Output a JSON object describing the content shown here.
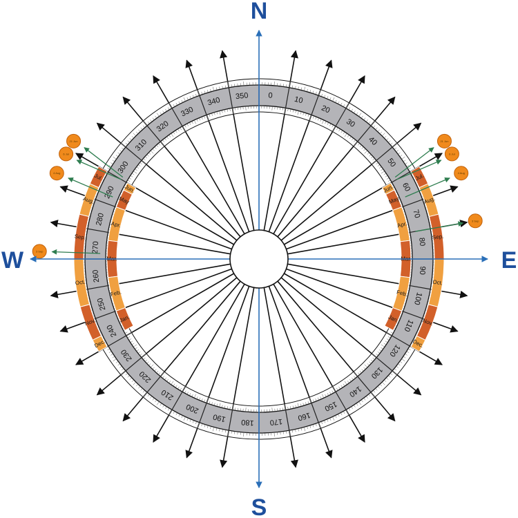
{
  "cardinals": {
    "north": "N",
    "east": "E",
    "south": "S",
    "west": "W"
  },
  "degrees": [
    "0",
    "10",
    "20",
    "30",
    "40",
    "50",
    "60",
    "70",
    "80",
    "90",
    "100",
    "110",
    "120",
    "130",
    "140",
    "150",
    "160",
    "170",
    "180",
    "190",
    "200",
    "210",
    "220",
    "230",
    "240",
    "250",
    "260",
    "270",
    "280",
    "290",
    "300",
    "310",
    "320",
    "330",
    "340",
    "350"
  ],
  "colors": {
    "axis": "#2a6fb8",
    "cardinal": "#1e4f9c",
    "ring": "#b4b4b8",
    "ray": "#111111",
    "sunrise_band": "#f0a040",
    "sunset_band": "#d2602a",
    "sun": "#f08a1c",
    "guide": "#2e7d4f"
  },
  "rings": {
    "outer": {
      "east": [
        {
          "label": "Jul.",
          "from": 60,
          "to": 66,
          "tone": "dark"
        },
        {
          "label": "Aug.",
          "from": 66,
          "to": 76,
          "tone": "light"
        },
        {
          "label": "Sep.",
          "from": 76,
          "to": 90,
          "tone": "dark"
        },
        {
          "label": "Oct.",
          "from": 90,
          "to": 105,
          "tone": "light"
        },
        {
          "label": "Nov.",
          "from": 105,
          "to": 116,
          "tone": "dark"
        },
        {
          "label": "Dec.",
          "from": 116,
          "to": 120,
          "tone": "light"
        }
      ],
      "west": [
        {
          "label": "Jul.",
          "from": 294,
          "to": 300,
          "tone": "dark"
        },
        {
          "label": "Aug.",
          "from": 284,
          "to": 294,
          "tone": "light"
        },
        {
          "label": "Sep.",
          "from": 270,
          "to": 284,
          "tone": "dark"
        },
        {
          "label": "Oct.",
          "from": 255,
          "to": 270,
          "tone": "light"
        },
        {
          "label": "Nov.",
          "from": 244,
          "to": 255,
          "tone": "dark"
        },
        {
          "label": "Dec.",
          "from": 240,
          "to": 244,
          "tone": "light"
        }
      ]
    },
    "inner": {
      "east": [
        {
          "label": "Jun.",
          "from": 60,
          "to": 63,
          "tone": "light"
        },
        {
          "label": "May",
          "from": 63,
          "to": 70,
          "tone": "dark"
        },
        {
          "label": "Apr.",
          "from": 70,
          "to": 83,
          "tone": "light"
        },
        {
          "label": "Mar.",
          "from": 83,
          "to": 97,
          "tone": "dark"
        },
        {
          "label": "Feb.",
          "from": 97,
          "to": 110,
          "tone": "light"
        },
        {
          "label": "Jan.",
          "from": 110,
          "to": 118,
          "tone": "dark"
        }
      ],
      "west": [
        {
          "label": "Jun.",
          "from": 297,
          "to": 300,
          "tone": "light"
        },
        {
          "label": "May",
          "from": 290,
          "to": 297,
          "tone": "dark"
        },
        {
          "label": "Apr.",
          "from": 277,
          "to": 290,
          "tone": "light"
        },
        {
          "label": "Mar.",
          "from": 263,
          "to": 277,
          "tone": "dark"
        },
        {
          "label": "Feb.",
          "from": 250,
          "to": 263,
          "tone": "light"
        },
        {
          "label": "Jan.",
          "from": 242,
          "to": 250,
          "tone": "dark"
        }
      ]
    }
  },
  "suns": [
    {
      "label": "21 Jun",
      "azimuth": 59,
      "offset": -8
    },
    {
      "label": "6 Jul",
      "azimuth": 60,
      "offset": 8
    },
    {
      "label": "4 Aug",
      "azimuth": 67,
      "offset": 0
    },
    {
      "label": "3 Sep",
      "azimuth": 80,
      "offset": 0
    },
    {
      "label": "21 Jun",
      "azimuth": 301,
      "offset": 8
    },
    {
      "label": "6 Jul",
      "azimuth": 300,
      "offset": -8
    },
    {
      "label": "4 Aug",
      "azimuth": 293,
      "offset": 0
    },
    {
      "label": "3 Sep",
      "azimuth": 272,
      "offset": 0
    }
  ]
}
